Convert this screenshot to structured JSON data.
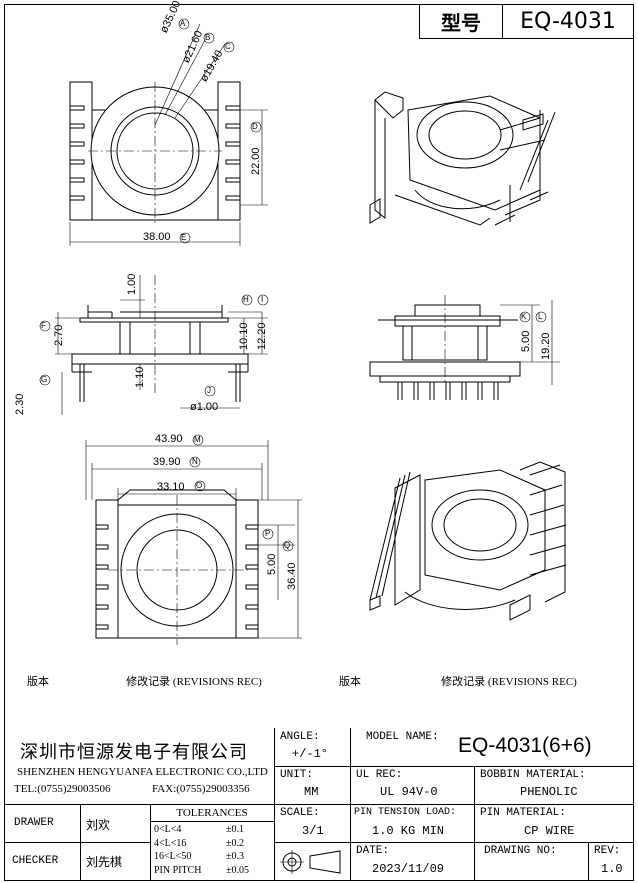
{
  "title_block": {
    "label": "型号",
    "model": "EQ-4031"
  },
  "dims": {
    "d35": "ø35.00",
    "dA": "A",
    "d21": "ø21.60",
    "dB": "B",
    "d19": "ø19.40",
    "dC": "C",
    "d22": "22.00",
    "dD": "D",
    "d38": "38.00",
    "dE": "E",
    "d1_00": "1.00",
    "d2_70": "2.70",
    "dF": "F",
    "dH": "H",
    "dI": "I",
    "d10_10": "10.10",
    "d12_20": "12.20",
    "d1_10": "1.10",
    "d2_30": "2.30",
    "dG": "G",
    "dJ": "J",
    "d1dia": "ø1.00",
    "dK": "K",
    "dL": "L",
    "d5_00a": "5.00",
    "d19_20": "19.20",
    "d43_90": "43.90",
    "dM": "M",
    "d39_90": "39.90",
    "dN": "N",
    "d33_10": "33.10",
    "dO": "O",
    "dP": "P",
    "d5_00b": "5.00",
    "d36_40": "36.40",
    "dQ": "Q"
  },
  "revisions": {
    "ver_label": "版本",
    "rec_label": "修改记录 (REVISIONS REC)"
  },
  "company": {
    "name_cn": "深圳市恒源发电子有限公司",
    "name_en": "SHENZHEN HENGYUANFA ELECTRONIC CO.,LTD",
    "tel": "TEL:(0755)29003506",
    "fax": "FAX:(0755)29003356"
  },
  "angle": {
    "label": "ANGLE:",
    "value": "+/-1°"
  },
  "model_name": {
    "label": "MODEL NAME:",
    "value": "EQ-4031(6+6)"
  },
  "unit": {
    "label": "UNIT:",
    "value": "MM"
  },
  "ul_rec": {
    "label": "UL REC:",
    "value": "UL 94V-0"
  },
  "bobbin_material": {
    "label": "BOBBIN MATERIAL:",
    "value": "PHENOLIC"
  },
  "scale": {
    "label": "SCALE:",
    "value": "3/1"
  },
  "pin_tension": {
    "label": "PIN TENSION LOAD:",
    "value": "1.0 KG MIN"
  },
  "pin_material": {
    "label": "PIN MATERIAL:",
    "value": "CP WIRE"
  },
  "drawer": {
    "label": "DRAWER",
    "value": "刘欢"
  },
  "checker": {
    "label": "CHECKER",
    "value": "刘先棋"
  },
  "tolerances": {
    "title": "TOLERANCES",
    "rows": [
      {
        "range": "0<L<4",
        "tol": "±0.1"
      },
      {
        "range": "4<L<16",
        "tol": "±0.2"
      },
      {
        "range": "16<L<50",
        "tol": "±0.3"
      },
      {
        "range": "PIN PITCH",
        "tol": "±0.05"
      }
    ]
  },
  "date": {
    "label": "DATE:",
    "value": "2023/11/09"
  },
  "drawing_no": {
    "label": "DRAWING NO:"
  },
  "rev": {
    "label": "REV:",
    "value": "1.0"
  }
}
